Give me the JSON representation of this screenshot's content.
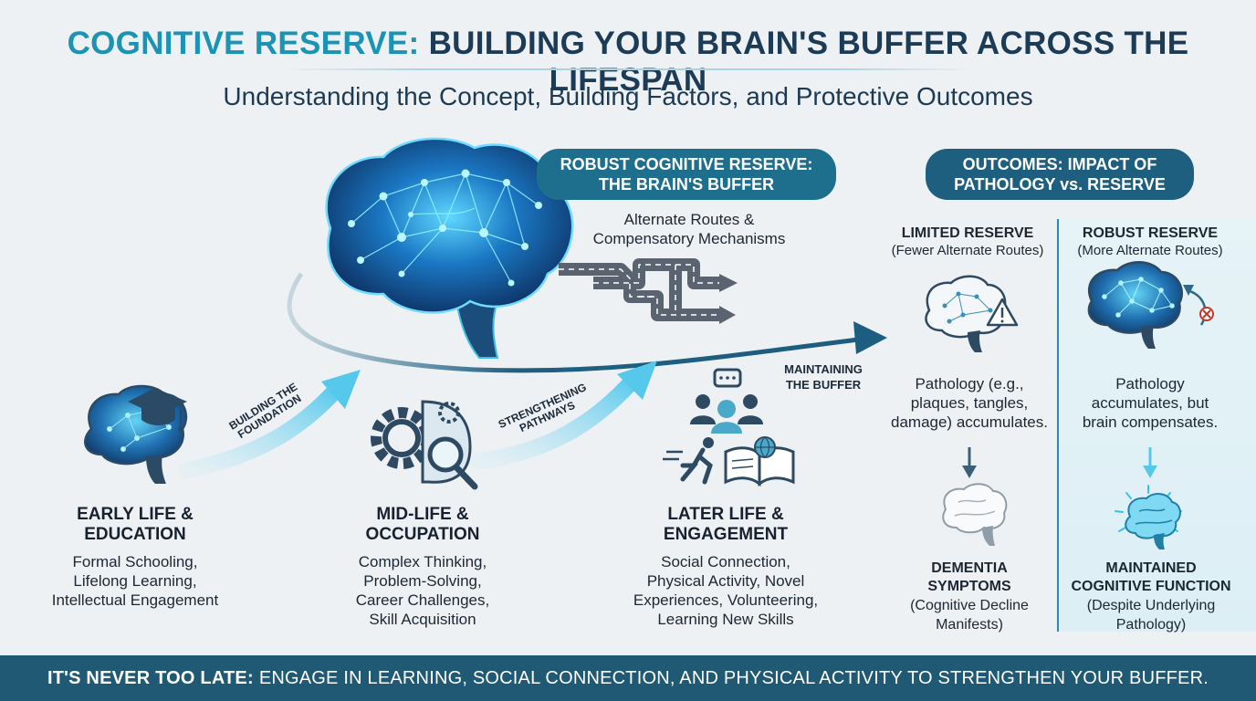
{
  "header": {
    "title_accent": "COGNITIVE RESERVE:",
    "title_rest": "BUILDING YOUR BRAIN'S BUFFER ACROSS THE LIFESPAN",
    "subtitle": "Understanding the Concept, Building Factors, and Protective Outcomes"
  },
  "center": {
    "pill_line1": "ROBUST COGNITIVE RESERVE:",
    "pill_line2": "THE BRAIN'S BUFFER",
    "routes_line1": "Alternate Routes &",
    "routes_line2": "Compensatory Mechanisms"
  },
  "arrows": {
    "building_line1": "BUILDING THE",
    "building_line2": "FOUNDATION",
    "strength_line1": "STRENGTHENING",
    "strength_line2": "PATHWAYS",
    "maintain_line1": "MAINTAINING",
    "maintain_line2": "THE BUFFER"
  },
  "stages": [
    {
      "title_line1": "EARLY LIFE &",
      "title_line2": "EDUCATION",
      "desc": [
        "Formal Schooling,",
        "Lifelong Learning,",
        "Intellectual Engagement"
      ]
    },
    {
      "title_line1": "MID-LIFE &",
      "title_line2": "OCCUPATION",
      "desc": [
        "Complex Thinking,",
        "Problem-Solving,",
        "Career Challenges,",
        "Skill Acquisition"
      ]
    },
    {
      "title_line1": "LATER LIFE &",
      "title_line2": "ENGAGEMENT",
      "desc": [
        "Social Connection,",
        "Physical Activity, Novel",
        "Experiences, Volunteering,",
        "Learning New Skills"
      ]
    }
  ],
  "outcomes": {
    "pill_line1": "OUTCOMES: IMPACT OF",
    "pill_line2": "PATHOLOGY vs. RESERVE",
    "limited": {
      "title": "LIMITED RESERVE",
      "subtitle": "(Fewer Alternate Routes)",
      "text": [
        "Pathology (e.g.,",
        "plaques, tangles,",
        "damage) accumulates."
      ],
      "result_line1": "DEMENTIA",
      "result_line2": "SYMPTOMS",
      "note_line1": "(Cognitive Decline",
      "note_line2": "Manifests)"
    },
    "robust": {
      "title": "ROBUST RESERVE",
      "subtitle": "(More Alternate Routes)",
      "text": [
        "Pathology",
        "accumulates, but",
        "brain compensates."
      ],
      "result_line1": "MAINTAINED",
      "result_line2": "COGNITIVE FUNCTION",
      "note_line1": "(Despite Underlying",
      "note_line2": "Pathology)"
    }
  },
  "footer": {
    "lead": "IT'S NEVER TOO LATE:",
    "rest": "ENGAGE IN LEARNING, SOCIAL CONNECTION, AND PHYSICAL ACTIVITY TO STRENGTHEN YOUR BUFFER."
  },
  "colors": {
    "accent": "#1a93b4",
    "navy": "#1c3b57",
    "pill": "#1e6f8e",
    "footer": "#1f5974",
    "glow": "#35c3ea"
  }
}
